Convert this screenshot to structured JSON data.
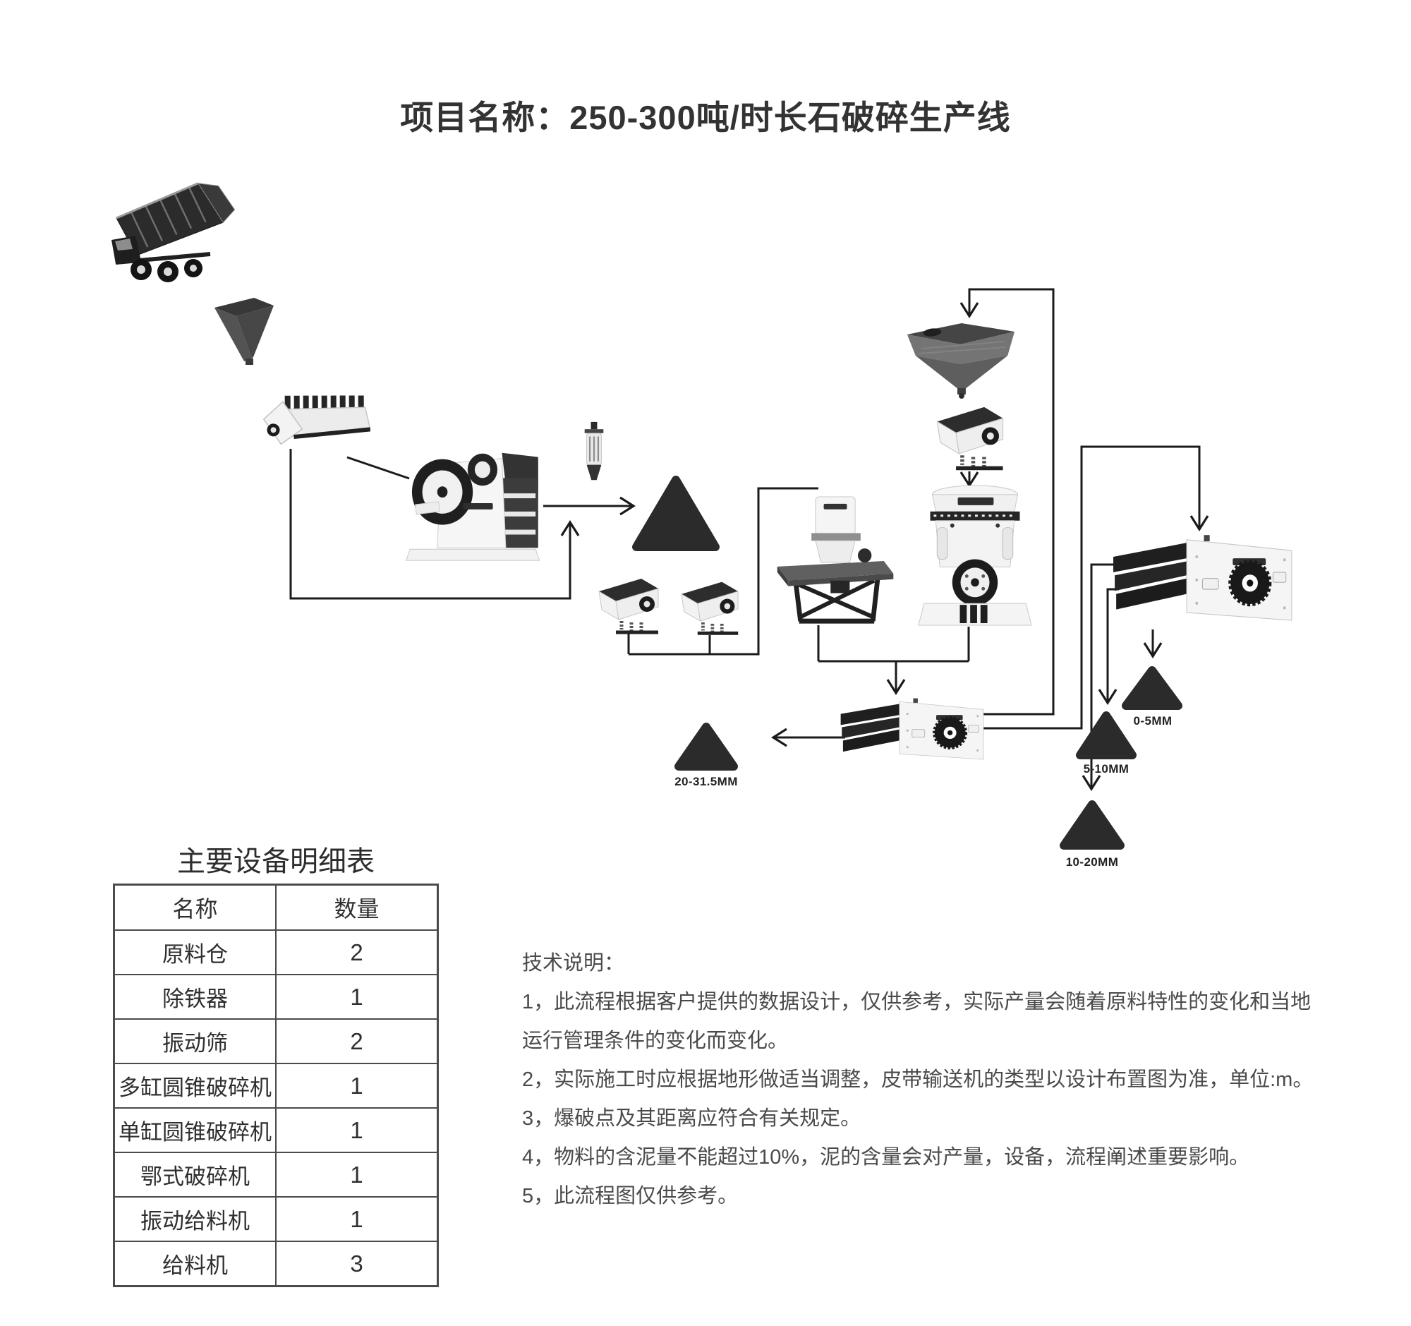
{
  "page_title": "项目名称：250-300吨/时长石破碎生产线",
  "colors": {
    "bg": "#ffffff",
    "ink": "#333333",
    "line": "#1b1b1b",
    "pile": "#2b2b2b",
    "table-border": "#4b4b4b",
    "note-ink": "#4a4a4a",
    "machine-white": "#f4f4f4",
    "machine-stroke": "#c6c6c6",
    "machine-dark": "#262626"
  },
  "flow": {
    "stockpile_labels": {
      "screen1_oversize": "20-31.5MM",
      "screen2_fines": "0-5MM",
      "screen2_mid": "5-10MM",
      "screen2_coarse": "10-20MM"
    }
  },
  "equipment_table": {
    "title": "主要设备明细表",
    "headers": [
      "名称",
      "数量"
    ],
    "rows": [
      [
        "原料仓",
        "2"
      ],
      [
        "除铁器",
        "1"
      ],
      [
        "振动筛",
        "2"
      ],
      [
        "多缸圆锥破碎机",
        "1"
      ],
      [
        "单缸圆锥破碎机",
        "1"
      ],
      [
        "鄂式破碎机",
        "1"
      ],
      [
        "振动给料机",
        "1"
      ],
      [
        "给料机",
        "3"
      ]
    ]
  },
  "technical_notes": {
    "title": "技术说明：",
    "items": [
      "1，此流程根据客户提供的数据设计，仅供参考，实际产量会随着原料特性的变化和当地运行管理条件的变化而变化。",
      "2，实际施工时应根据地形做适当调整，皮带输送机的类型以设计布置图为准，单位:m。",
      "3，爆破点及其距离应符合有关规定。",
      "4，物料的含泥量不能超过10%，泥的含量会对产量，设备，流程阐述重要影响。",
      "5，此流程图仅供参考。"
    ]
  }
}
